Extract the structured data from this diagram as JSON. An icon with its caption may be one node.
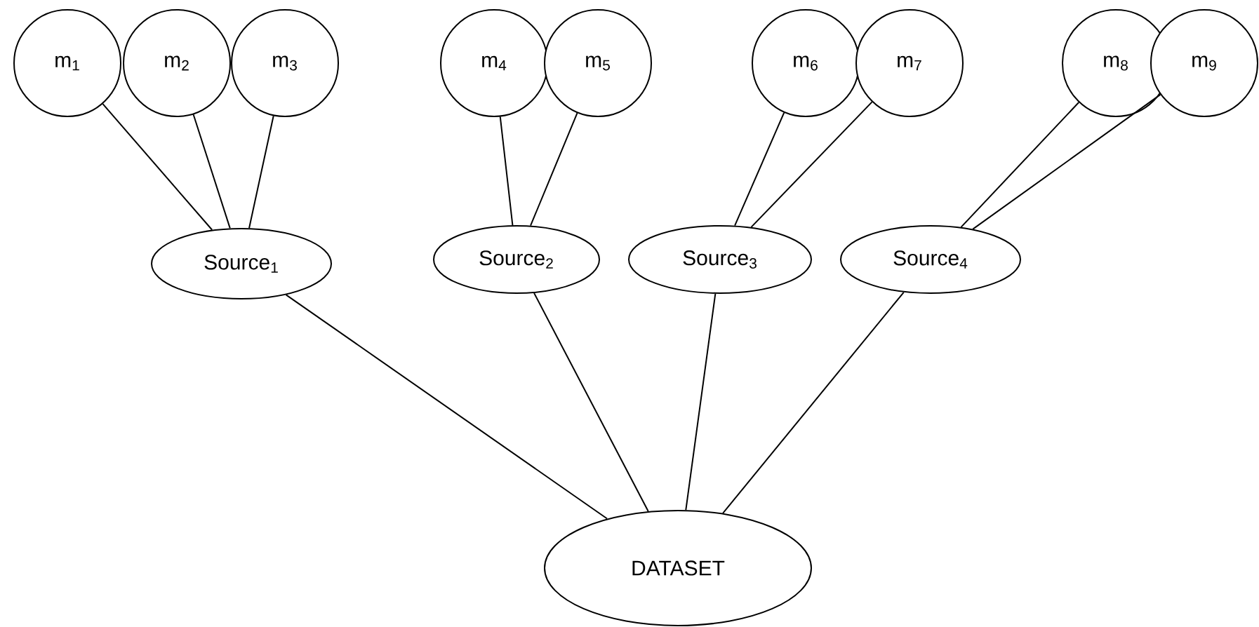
{
  "diagram": {
    "nodes": [
      {
        "text": [
          "m$_{1}$"
        ]
      },
      {
        "text": [
          "m$_{2}$"
        ]
      },
      {
        "text": [
          "m$_{3}$"
        ]
      },
      {
        "text": [
          "m$_{4}$"
        ]
      },
      {
        "text": [
          "m$_{5}$"
        ]
      },
      {
        "text": [
          "m$_{6}$"
        ]
      },
      {
        "text": [
          "m$_{7}$"
        ]
      },
      {
        "text": [
          "m$_{8}$"
        ]
      },
      {
        "text": [
          "m$_{9}$"
        ]
      },
      {
        "text": [
          "Source$_{1}$"
        ]
      },
      {
        "text": [
          "Source$_{2}$"
        ]
      },
      {
        "text": [
          "Source$_{3}$"
        ]
      },
      {
        "text": [
          "Source$_{4}$"
        ]
      },
      {
        "text": [
          "DATASET"
        ]
      }
    ],
    "edges": [
      {
        "from": 0,
        "to": 9,
        "arrow": "none"
      },
      {
        "from": 1,
        "to": 9,
        "arrow": "none"
      },
      {
        "from": 2,
        "to": 9,
        "arrow": "none"
      },
      {
        "from": 3,
        "to": 10,
        "arrow": "none"
      },
      {
        "from": 4,
        "to": 10,
        "arrow": "none"
      },
      {
        "from": 5,
        "to": 11,
        "arrow": "none"
      },
      {
        "from": 6,
        "to": 11,
        "arrow": "none"
      },
      {
        "from": 7,
        "to": 12,
        "arrow": "none"
      },
      {
        "from": 8,
        "to": 12,
        "arrow": "none"
      },
      {
        "from": 9,
        "to": 13,
        "arrow": "none"
      },
      {
        "from": 10,
        "to": 13,
        "arrow": "none"
      },
      {
        "from": 11,
        "to": 13,
        "arrow": "none"
      },
      {
        "from": 12,
        "to": 13,
        "arrow": "none"
      }
    ]
  }
}
